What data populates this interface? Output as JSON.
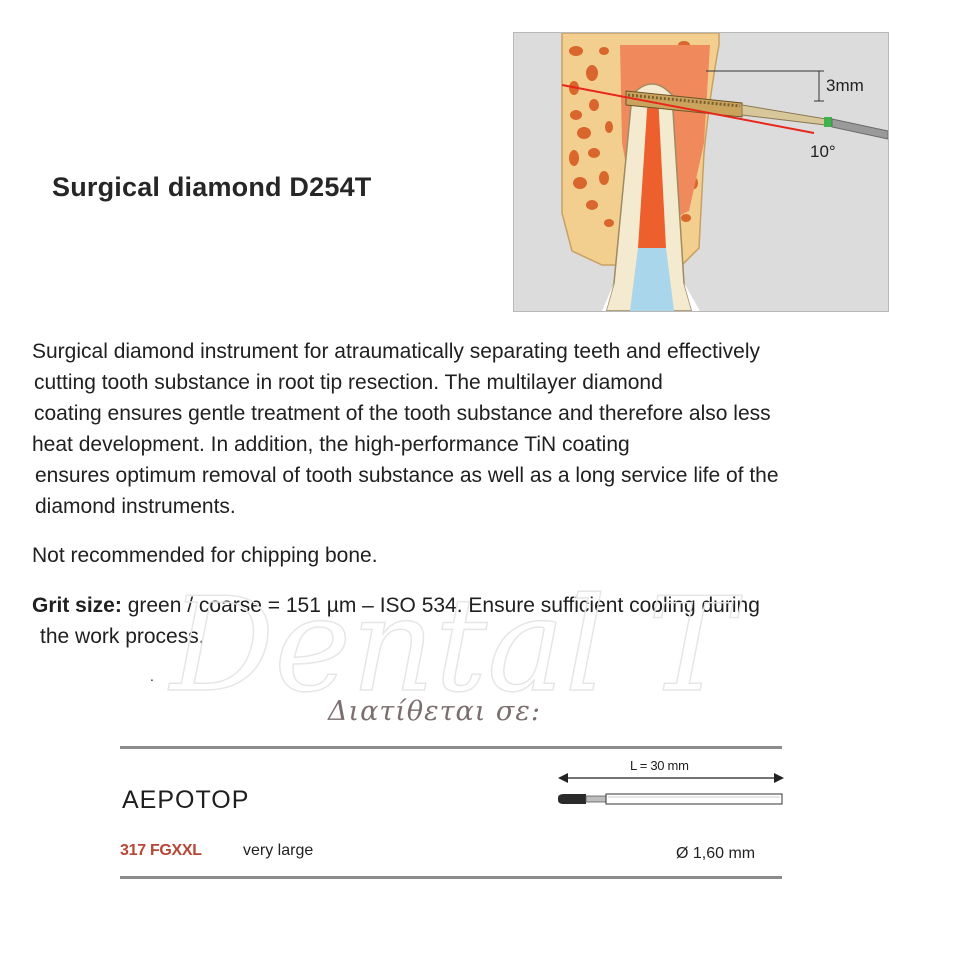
{
  "title": "Surgical diamond D254T",
  "illustration": {
    "depth_label": "3mm",
    "angle_label": "10°",
    "colors": {
      "background": "#dcdcdc",
      "bone": "#f2cf8e",
      "bone_spots": "#d9662c",
      "root": "#f3ead0",
      "pulp": "#f08a5d",
      "root_canal": "#ee5f2e",
      "filling": "#a9d6ea",
      "cut_line": "#e8261c"
    }
  },
  "description": {
    "lines": [
      "Surgical diamond instrument for atraumatically separating teeth and effectively",
      "cutting tooth substance in root tip resection. The multilayer diamond",
      "coating ensures gentle treatment of the tooth substance and therefore also less",
      "heat development. In addition, the high-performance TiN coating",
      "ensures optimum removal of tooth substance as well as a long service life of the",
      "diamond instruments."
    ]
  },
  "note": "Not recommended for chipping bone.",
  "grit": {
    "label": "Grit size:",
    "line1": "green / coarse = 151 µm – ISO 534. Ensure sufficient cooling during",
    "line2": "the work process."
  },
  "watermark": "Dental T",
  "available_heading": "Διατίθεται σε:",
  "product": {
    "type_name": "ΑΕΡΟΤΟΡ",
    "length_label": "L = 30 mm",
    "code": "317 FGXXL",
    "size": "very large",
    "diameter": "Ø 1,60 mm"
  }
}
